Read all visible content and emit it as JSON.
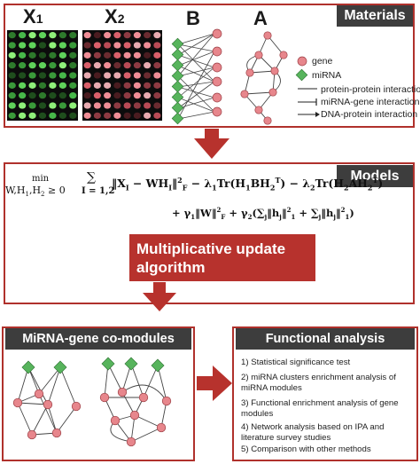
{
  "materials": {
    "header": "Materials",
    "labels": {
      "x1": "X",
      "x1_sub": "1",
      "x2": "X",
      "x2_sub": "2",
      "b": "B",
      "a": "A"
    },
    "legend": {
      "gene": "gene",
      "mirna": "miRNA",
      "ppi": "protein-protein interaction",
      "mgi": "miRNA-gene interaction",
      "dpi": "DNA-protein interaction"
    },
    "colors": {
      "panel_border": "#b0312c",
      "gene_node": "#e7868c",
      "mirna_node": "#57b45c",
      "header_bg": "#3d3d3d"
    }
  },
  "models": {
    "header": "Models",
    "equation": {
      "min_word": "min",
      "min_sub": "W,H",
      "min_sub1": "1",
      "min_sub2": ",H",
      "min_sub3": "2",
      "min_cond": "≥ 0",
      "sum_top": "∑",
      "sum_bottom": "I = 1,2",
      "term1": "‖X",
      "term1_sub": "I",
      "term1b": " − WH",
      "term1b_sub": "I",
      "term1c": "‖",
      "term1_sup": "2",
      "term1_f": "F",
      "term2": " − λ",
      "term2_sub": "1",
      "term2b": "Tr(H",
      "term2b_sub": "1",
      "term2c": "BH",
      "term2c_sub": "2",
      "term2c_sup": "T",
      "term2d": ") − λ",
      "term2d_sub": "2",
      "term2e": "Tr(H",
      "term2e_sub": "2",
      "term2f": "AH",
      "term2f_sub": "2",
      "term2f_sup": "T",
      "term2g": ")",
      "line2": "+ γ₁‖W‖²_F + γ₂(∑‖h_j‖²₁ + ∑‖h_j‖²₁)",
      "l2a": "+ γ",
      "l2a_sub": "1",
      "l2b": "‖W‖",
      "l2b_sup": "2",
      "l2b_sub": "F",
      "l2c": " + γ",
      "l2c_sub": "2",
      "l2d": "(∑",
      "l2d_sub": "j",
      "l2e": "‖h",
      "l2e_sub": "j",
      "l2f": "‖",
      "l2f_sup": "2",
      "l2f_sub": "1",
      "l2g": " + ∑",
      "l2g_sub": "j",
      "l2h": "‖h",
      "l2h_sub": "j",
      "l2i": "‖",
      "l2i_sup": "2",
      "l2i_sub": "1",
      "l2j": ")"
    },
    "algorithm_label": "Multiplicative update algorithm"
  },
  "comodules": {
    "header": "MiRNA-gene co-modules"
  },
  "functional": {
    "header": "Functional analysis",
    "items": [
      "1) Statistical significance test",
      "2) miRNA clusters enrichment analysis of miRNA modules",
      "3) Functional enrichment analysis of gene modules",
      "4) Network analysis based on IPA and literature survey studies",
      "5) Comparison with other methods"
    ]
  },
  "arrows": {
    "color": "#b7322d"
  }
}
